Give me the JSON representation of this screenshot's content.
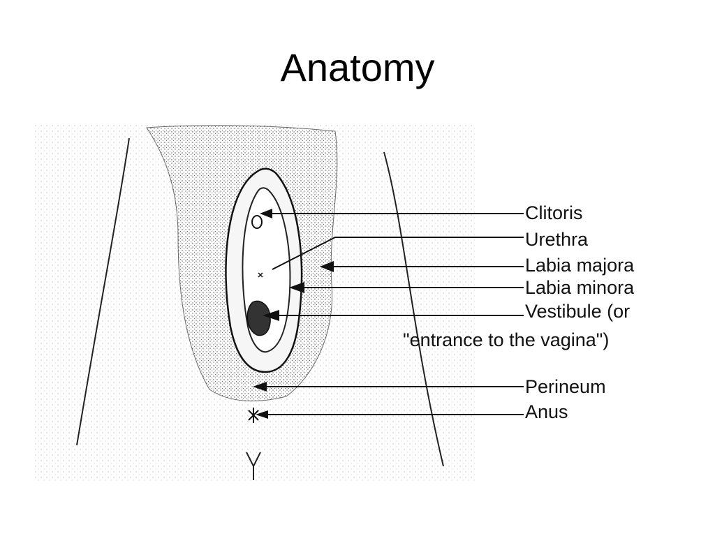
{
  "slide": {
    "title": "Anatomy"
  },
  "diagram": {
    "labels": [
      {
        "id": "clitoris",
        "text": "Clitoris"
      },
      {
        "id": "urethra",
        "text": "Urethra"
      },
      {
        "id": "labia_majora",
        "text": "Labia majora"
      },
      {
        "id": "labia_minora",
        "text": "Labia minora"
      },
      {
        "id": "vestibule",
        "text": "Vestibule",
        "suffix": "(or"
      },
      {
        "id": "vestibule_note",
        "text": "\"entrance to the vagina\")"
      },
      {
        "id": "perineum",
        "text": "Perineum"
      },
      {
        "id": "anus",
        "text": "Anus"
      }
    ]
  }
}
